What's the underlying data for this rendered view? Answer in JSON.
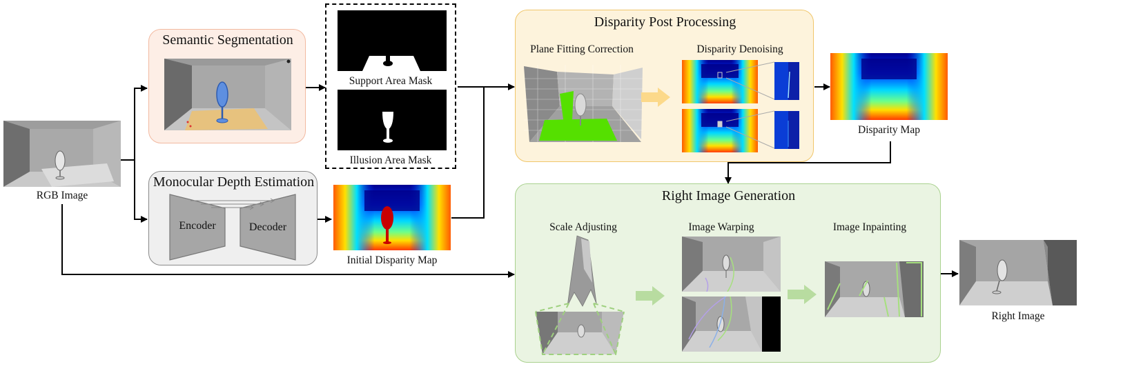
{
  "inputs": {
    "rgb_image_label": "RGB Image"
  },
  "semantic_segmentation": {
    "title": "Semantic Segmentation",
    "masks": {
      "support": "Support Area Mask",
      "illusion": "Illusion Area Mask"
    }
  },
  "monocular_depth": {
    "title": "Monocular Depth Estimation",
    "encoder": "Encoder",
    "decoder": "Decoder",
    "output_label": "Initial Disparity Map"
  },
  "disparity_post_processing": {
    "title": "Disparity Post Processing",
    "plane_fitting": "Plane Fitting Correction",
    "denoising": "Disparity Denoising",
    "output_label": "Disparity Map"
  },
  "right_image_generation": {
    "title": "Right Image Generation",
    "scale_adjusting": "Scale Adjusting",
    "image_warping": "Image Warping",
    "image_inpainting": "Image Inpainting",
    "output_label": "Right Image"
  },
  "colors": {
    "seg_panel_fill": "#fdeee6",
    "seg_panel_border": "#f2b9a0",
    "depth_panel_fill": "#efefef",
    "depth_panel_border": "#888888",
    "post_panel_fill": "#fdf3dc",
    "post_panel_border": "#f0c66a",
    "gen_panel_fill": "#eaf4e2",
    "gen_panel_border": "#a9d18e"
  }
}
